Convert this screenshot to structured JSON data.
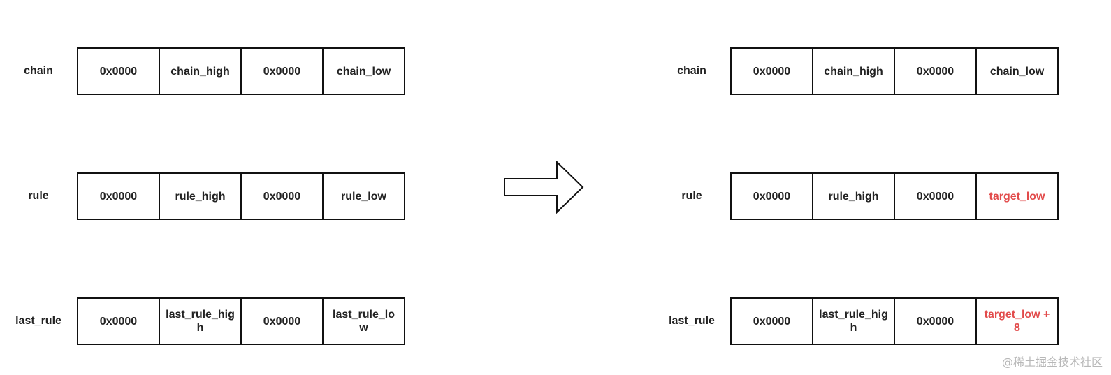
{
  "left_panel": {
    "rows": [
      {
        "label": "chain",
        "cells": [
          "0x0000",
          "chain_high",
          "0x0000",
          "chain_low"
        ]
      },
      {
        "label": "rule",
        "cells": [
          "0x0000",
          "rule_high",
          "0x0000",
          "rule_low"
        ]
      },
      {
        "label": "last_rule",
        "cells": [
          "0x0000",
          "last_rule_high",
          "0x0000",
          "last_rule_low"
        ]
      }
    ]
  },
  "right_panel": {
    "rows": [
      {
        "label": "chain",
        "cells": [
          "0x0000",
          "chain_high",
          "0x0000",
          "chain_low"
        ]
      },
      {
        "label": "rule",
        "cells": [
          "0x0000",
          "rule_high",
          "0x0000",
          "target_low"
        ]
      },
      {
        "label": "last_rule",
        "cells": [
          "0x0000",
          "last_rule_high",
          "0x0000",
          "target_low + 8"
        ]
      }
    ],
    "highlight_color": "#e24b4b"
  },
  "arrow": {
    "icon": "right-arrow-icon"
  },
  "watermark": "@稀土掘金技术社区"
}
